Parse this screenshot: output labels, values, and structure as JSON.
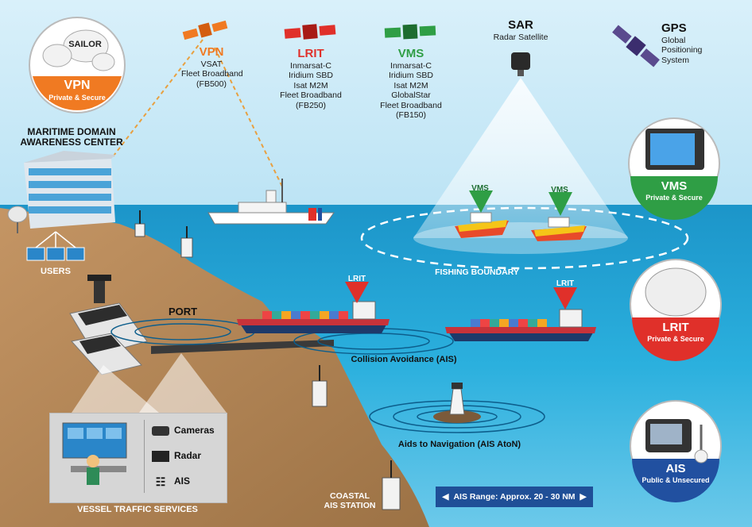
{
  "colors": {
    "vpn": "#f07a22",
    "lrit": "#e0302a",
    "vms": "#2f9e45",
    "ais": "#2150a0",
    "gps": "#6a4a9e",
    "land": "#b88a5a",
    "sea": "#2a9fd0"
  },
  "satellites": {
    "vpn": {
      "title": "VPN",
      "lines": [
        "VSAT",
        "Fleet Broadband",
        "(FB500)"
      ]
    },
    "lrit": {
      "title": "LRIT",
      "lines": [
        "Inmarsat-C",
        "Iridium SBD",
        "Isat M2M",
        "Fleet Broadband",
        "(FB250)"
      ]
    },
    "vms": {
      "title": "VMS",
      "lines": [
        "Inmarsat-C",
        "Iridium SBD",
        "Isat M2M",
        "GlobalStar",
        "Fleet Broadband",
        "(FB150)"
      ]
    },
    "sar": {
      "title": "SAR",
      "lines": [
        "Radar Satellite"
      ]
    },
    "gps": {
      "title": "GPS",
      "lines": [
        "Global",
        "Positioning",
        "System"
      ]
    }
  },
  "badges": {
    "vpn": {
      "title": "VPN",
      "subtitle": "Private & Secure",
      "brand": "SAILOR"
    },
    "vms": {
      "title": "VMS",
      "subtitle": "Private & Secure"
    },
    "lrit": {
      "title": "LRIT",
      "subtitle": "Private & Secure"
    },
    "ais": {
      "title": "AIS",
      "subtitle": "Public & Unsecured"
    }
  },
  "labels": {
    "mda_center": [
      "MARITIME DOMAIN",
      "AWARENESS CENTER"
    ],
    "users": "USERS",
    "port": "PORT",
    "fishing_boundary": "FISHING BOUNDARY",
    "collision_avoidance": "Collision Avoidance (AIS)",
    "aids_navigation": "Aids to Navigation (AIS AtoN)",
    "coastal_station": [
      "COASTAL",
      "AIS STATION"
    ],
    "vessel_traffic": "VESSEL TRAFFIC SERVICES",
    "ais_range": "AIS Range: Approx. 20 - 30 NM",
    "vms_marker": "VMS",
    "lrit_marker": "LRIT"
  },
  "vts_items": [
    "Cameras",
    "Radar",
    "AIS"
  ],
  "icons": [
    "satellite-icon",
    "camera-icon",
    "radar-icon",
    "ais-antenna-icon",
    "lighthouse-icon",
    "radome-icon",
    "monitor-icon"
  ]
}
